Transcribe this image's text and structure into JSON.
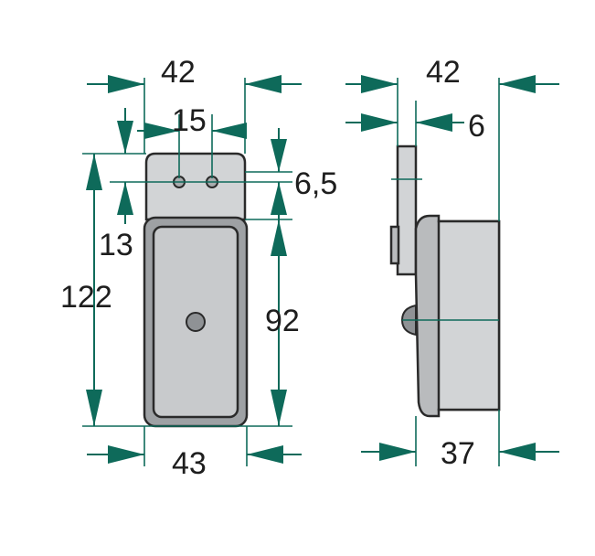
{
  "front_view": {
    "dimensions": {
      "width_top": "42",
      "hole_spacing": "15",
      "hole_offset": "6,5",
      "tab_height": "13",
      "total_height": "122",
      "lens_height": "92",
      "width_bottom": "43"
    }
  },
  "side_view": {
    "dimensions": {
      "width_top": "42",
      "plate_thickness": "6",
      "depth": "37"
    }
  },
  "colors": {
    "dimension_line": "#0e6a5a",
    "housing": "#b9bbbd",
    "outline": "#2a2a2a"
  }
}
